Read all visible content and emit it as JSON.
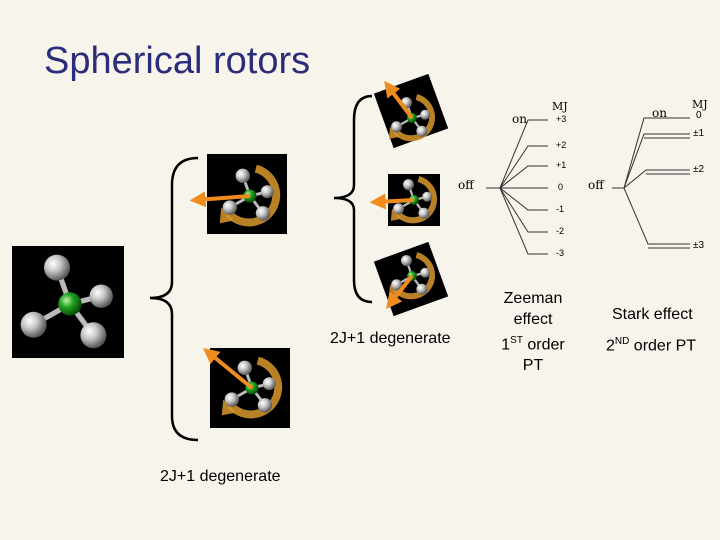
{
  "slide": {
    "title": "Spherical rotors",
    "degenerate_label_1": "2J+1 degenerate",
    "degenerate_label_2": "2J+1 degenerate",
    "zeeman": {
      "line1": "Zeeman",
      "line2": "effect",
      "order_num": "1",
      "order_sup": "ST",
      "order_rest": " order",
      "line4": "PT"
    },
    "stark": {
      "line1": "Stark effect",
      "order_num": "2",
      "order_sup": "ND",
      "order_rest": " order PT"
    },
    "zeeman_diagram": {
      "on": "on",
      "off": "off",
      "mj": "MJ",
      "levels": [
        "+3",
        "+2",
        "+1",
        "0",
        "-1",
        "-2",
        "-3"
      ]
    },
    "stark_diagram": {
      "on": "on",
      "off": "off",
      "mj": "MJ",
      "levels": [
        "0",
        "±1",
        "±2",
        "±3"
      ]
    }
  },
  "colors": {
    "title": "#2b2d7a",
    "arrow": "#f08c1e",
    "rotation_arrow": "#d8982c",
    "atom_center": "#1fa31f",
    "atom_outer": "#c8c8c8"
  }
}
